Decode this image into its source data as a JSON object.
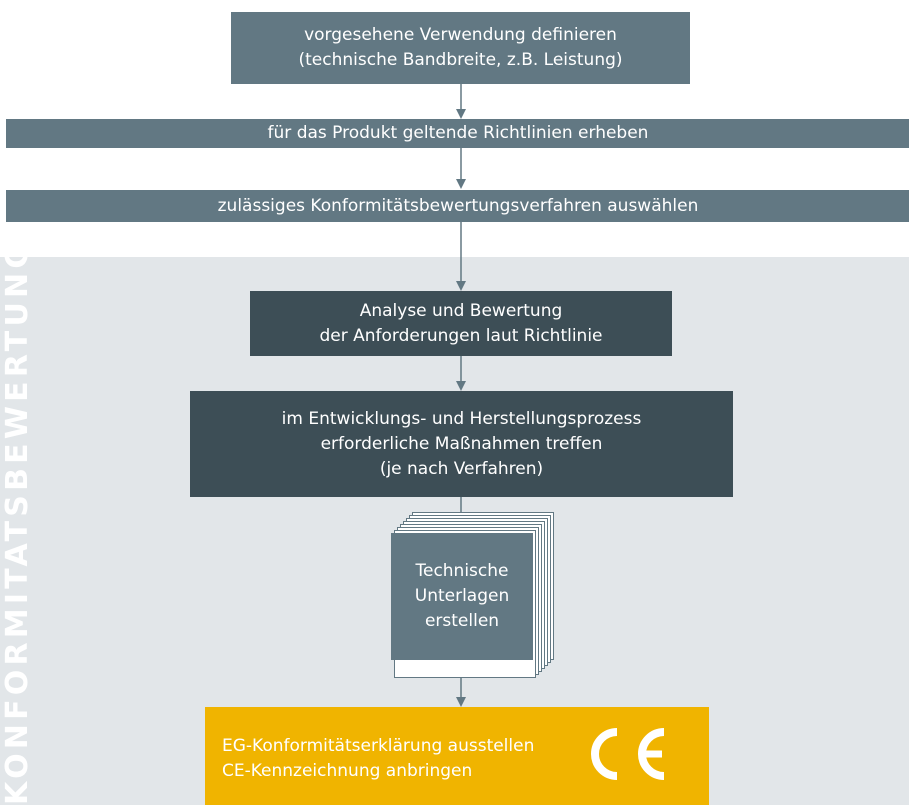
{
  "sidebar_label": "KONFORMITÄTSBEWERTUNG",
  "steps": [
    {
      "text": "vorgesehene Verwendung definieren\n(technische Bandbreite, z.B. Leistung)"
    },
    {
      "text": "für das Produkt geltende Richtlinien erheben"
    },
    {
      "text": "zulässiges Konformitätsbewertungsverfahren auswählen"
    },
    {
      "text": "Analyse und Bewertung\nder Anforderungen laut Richtlinie"
    },
    {
      "text": "im Entwicklungs- und Herstellungsprozess\nerforderliche Maßnahmen treffen\n(je nach Verfahren)"
    },
    {
      "text": "Technische\nUnterlagen\nerstellen"
    }
  ],
  "final": {
    "text": "EG-Konformitätserklärung ausstellen\nCE-Kennzeichnung anbringen",
    "logo": "CE"
  },
  "colors": {
    "light_box": "#627883",
    "dark_box": "#3d4e56",
    "band": "#e2e6e9",
    "accent": "#f0b400",
    "arrow": "#627883"
  }
}
